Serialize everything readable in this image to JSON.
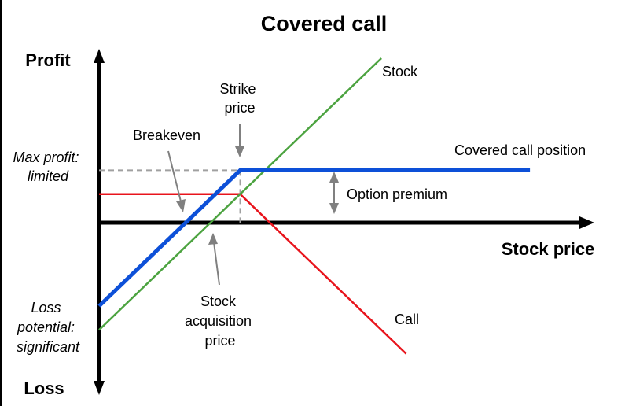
{
  "chart_data": {
    "type": "line",
    "title": "Covered call",
    "xlabel": "Stock price",
    "ylabel_top": "Profit",
    "ylabel_bottom": "Loss",
    "xlim": [
      0,
      100
    ],
    "ylim": [
      -35,
      35
    ],
    "strike": 28.5,
    "acquisition_price": 22.5,
    "breakeven": 17.5,
    "option_premium": 6,
    "max_profit": 11,
    "series": [
      {
        "name": "Stock",
        "color": "#4ca340",
        "points": [
          [
            0,
            -22.5
          ],
          [
            57,
            34.5
          ]
        ]
      },
      {
        "name": "Covered call position",
        "color": "#0d50d8",
        "points": [
          [
            0,
            -17.5
          ],
          [
            28.5,
            11
          ],
          [
            87,
            11
          ]
        ]
      },
      {
        "name": "Call",
        "color": "#e8141c",
        "points": [
          [
            0,
            6
          ],
          [
            28.5,
            6
          ],
          [
            62,
            -27.5
          ]
        ]
      }
    ],
    "annotations": [
      {
        "id": "strike",
        "lines": [
          "Strike",
          "price"
        ]
      },
      {
        "id": "breakeven",
        "lines": [
          "Breakeven"
        ]
      },
      {
        "id": "premium",
        "lines": [
          "Option premium"
        ]
      },
      {
        "id": "acquisition",
        "lines": [
          "Stock",
          "acquisition",
          "price"
        ]
      },
      {
        "id": "maxprofit",
        "lines": [
          "Max profit:",
          "limited"
        ]
      },
      {
        "id": "loss",
        "lines": [
          "Loss",
          "potential:",
          "significant"
        ]
      }
    ],
    "legend": "inline-labels",
    "grid": false
  }
}
